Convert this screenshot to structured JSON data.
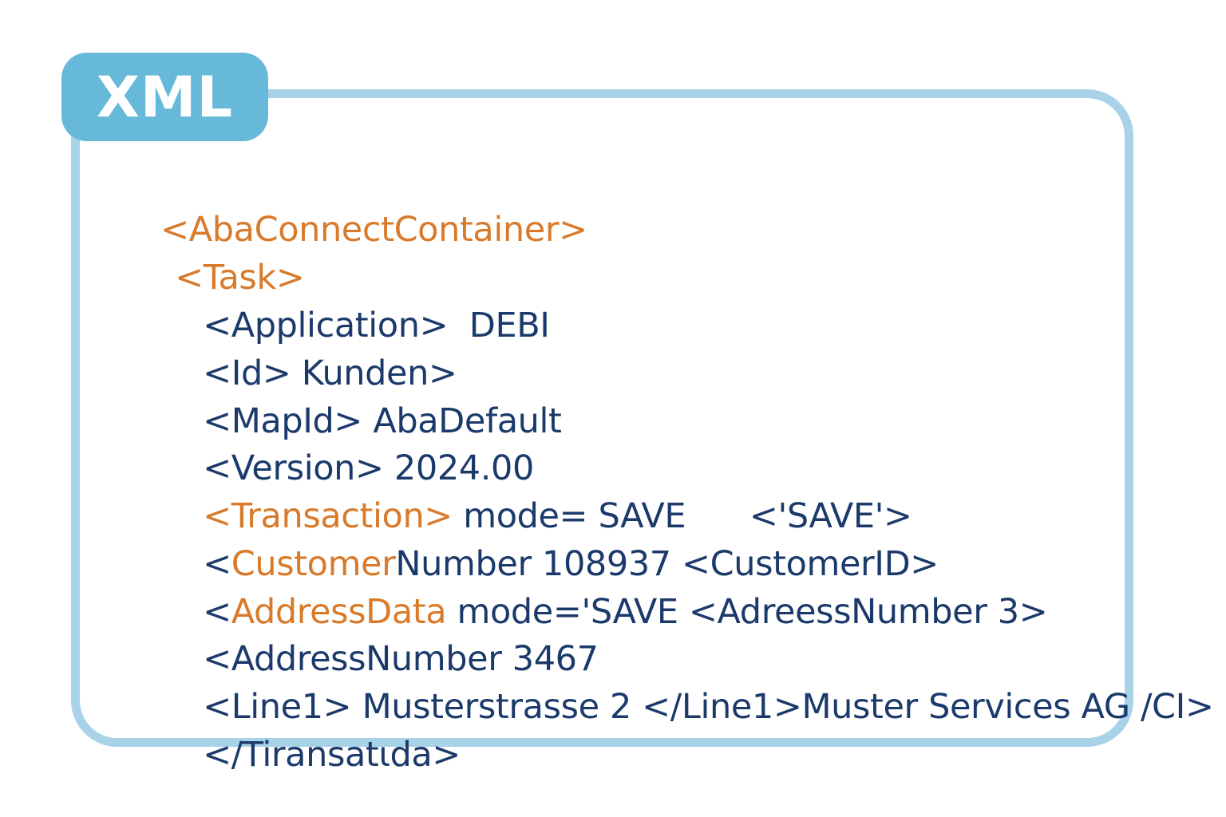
{
  "badge": {
    "label": "XML"
  },
  "colors": {
    "tag_orange": "#d97a2b",
    "text_navy": "#1b3a6b",
    "frame_border": "#a8d2e8",
    "badge_fill": "#66b9d8"
  },
  "lines": [
    {
      "segments": [
        {
          "text": "<AbaConnectContainer>",
          "color": "orange"
        }
      ]
    },
    {
      "segments": [
        {
          "text": "<Task>",
          "color": "orange"
        }
      ]
    },
    {
      "segments": [
        {
          "text": "<Application>  DEBI",
          "color": "navy"
        }
      ]
    },
    {
      "segments": [
        {
          "text": "<Id> Kunden>",
          "color": "navy"
        }
      ]
    },
    {
      "segments": [
        {
          "text": "<MapId> AbaDefault",
          "color": "navy"
        }
      ]
    },
    {
      "segments": [
        {
          "text": "<Version> 2024.00",
          "color": "navy"
        }
      ]
    },
    {
      "segments": [
        {
          "text": "<Transaction>",
          "color": "orange"
        },
        {
          "text": " mode= SAVE",
          "color": "navy"
        },
        {
          "text": "      <'SAVE'>",
          "color": "navy"
        }
      ]
    },
    {
      "segments": [
        {
          "text": "<",
          "color": "navy"
        },
        {
          "text": "Customer",
          "color": "orange"
        },
        {
          "text": "Number 108937 <CustomerID>",
          "color": "navy"
        }
      ]
    },
    {
      "segments": [
        {
          "text": "<",
          "color": "navy"
        },
        {
          "text": "AddressData",
          "color": "orange"
        },
        {
          "text": " mode='SAVE <AdreessNumber 3>",
          "color": "navy"
        }
      ]
    },
    {
      "segments": [
        {
          "text": "<AddressNumber 3467",
          "color": "navy"
        }
      ]
    },
    {
      "segments": [
        {
          "text": "<Line1> Musterstrasse 2 </Line1>Muster Services AG /CI>",
          "color": "navy"
        }
      ]
    },
    {
      "segments": [
        {
          "text": "</Tiransatιda>",
          "color": "navy"
        }
      ]
    }
  ]
}
